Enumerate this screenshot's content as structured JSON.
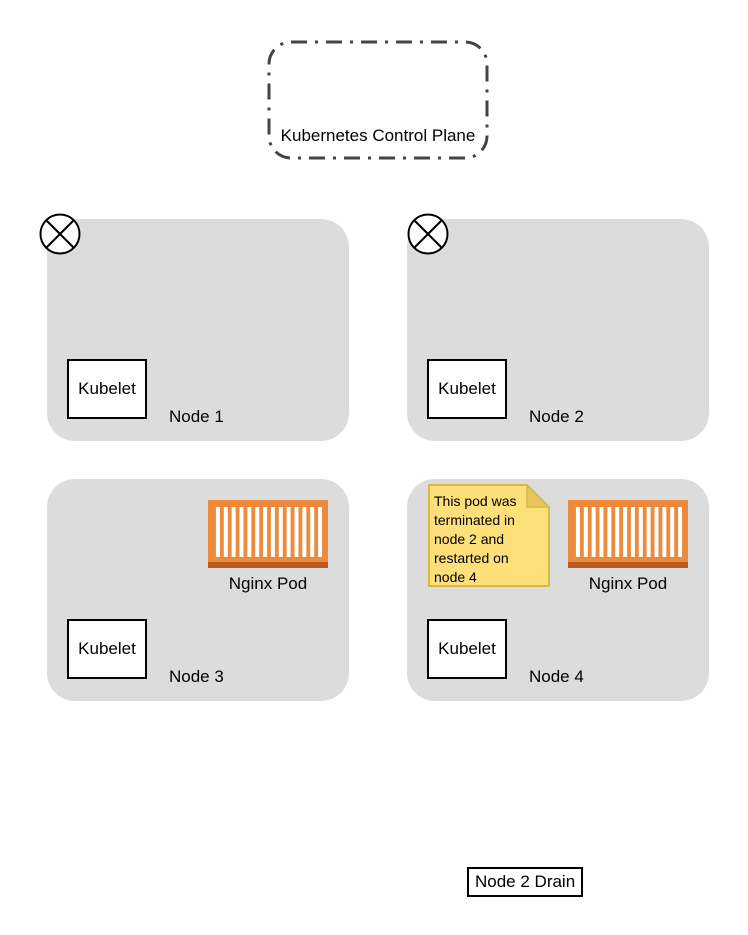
{
  "control_plane": {
    "label": "Kubernetes Control Plane"
  },
  "nodes": [
    {
      "name": "Node 1",
      "kubelet": "Kubelet",
      "state": "drained-x"
    },
    {
      "name": "Node 2",
      "kubelet": "Kubelet",
      "state": "drained-x"
    },
    {
      "name": "Node 3",
      "kubelet": "Kubelet",
      "pod": "Nginx Pod"
    },
    {
      "name": "Node 4",
      "kubelet": "Kubelet",
      "pod": "Nginx Pod",
      "note": "This pod was terminated in node 2 and restarted on node 4"
    }
  ],
  "caption": "Node 2 Drain",
  "colors": {
    "node_fill": "#dcdcdc",
    "pod_orange": "#ee8a3c",
    "pod_dark": "#b85a1e",
    "note_fill": "#fde07a",
    "note_border": "#d9b84a"
  },
  "icons": {
    "x_marker": "circle-x-icon",
    "pod": "container-icon"
  }
}
